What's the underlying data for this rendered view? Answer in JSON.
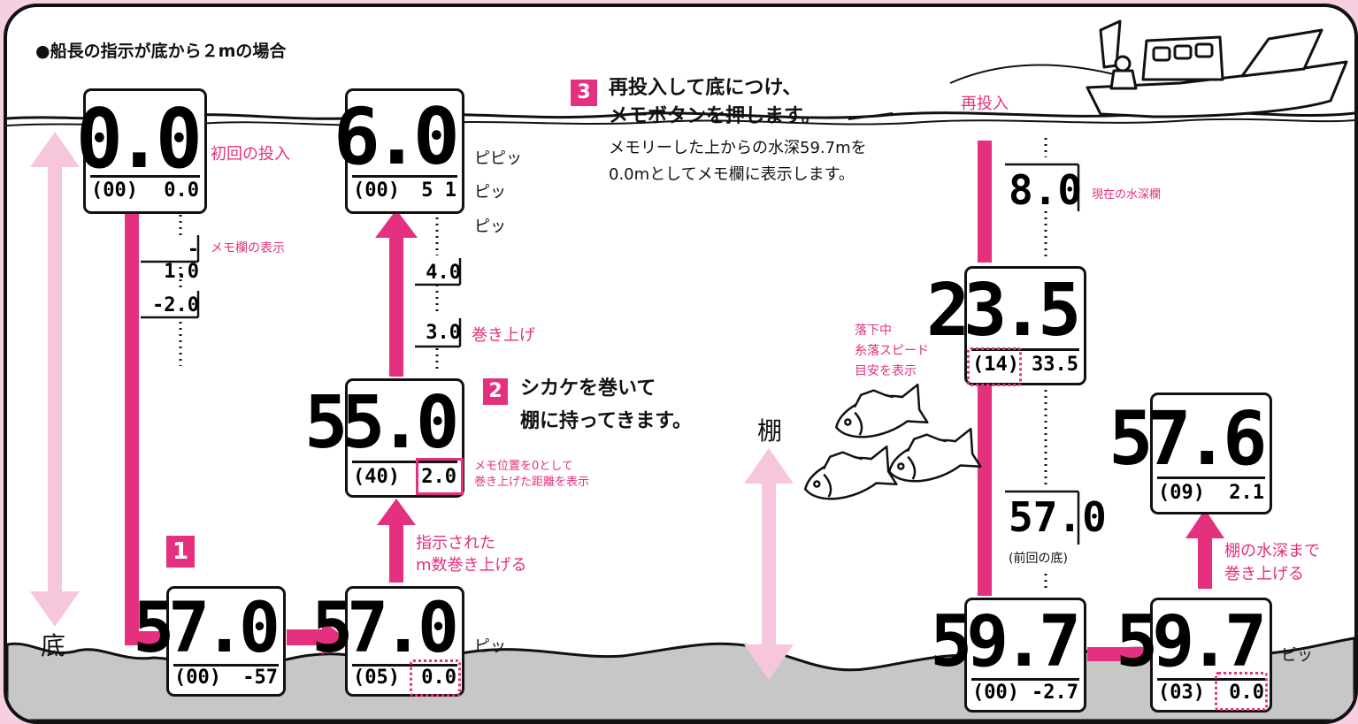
{
  "title": "●船長の指示が底から２mの場合",
  "labels": {
    "first_drop": "初回の投入",
    "memo_display": "メモ欄の表示",
    "reel_up": "巻き上げ",
    "memo_position_line1": "メモ位置を0として",
    "memo_position_line2": "巻き上げた距離を表示",
    "instructed_line1": "指示された",
    "instructed_line2": "m数巻き上げる",
    "redrop": "再投入",
    "current_depth": "現在の水深欄",
    "falling_line1": "落下中",
    "falling_line2": "糸落スピード",
    "falling_line3": "目安を表示",
    "tana": "棚",
    "bottom": "底",
    "prev_bottom": "(前回の底)",
    "reel_to_tana_line1": "棚の水深まで",
    "reel_to_tana_line2": "巻き上げる",
    "beep1": "ピピッ",
    "beep2": "ピッ",
    "beep3": "ピッ",
    "beep_bottom1": "ピッ",
    "beep_bottom2": "ピッ"
  },
  "steps": {
    "step1": {
      "number": "1"
    },
    "step2": {
      "number": "2",
      "line1": "シカケを巻いて",
      "line2": "棚に持ってきます。"
    },
    "step3": {
      "number": "3",
      "line1": "再投入して底につけ、",
      "line2": "メモボタンを押します。",
      "desc1": "メモリーした上からの水深59.7mを",
      "desc2": "0.0mとしてメモ欄に表示します。"
    }
  },
  "displays": {
    "d1": {
      "main": "0.0",
      "left": "(00)",
      "right": "0.0"
    },
    "d2": {
      "main": "6.0",
      "left": "(00)",
      "right": "5 1"
    },
    "d3": {
      "main": "55.0",
      "left": "(40)",
      "right": "2.0"
    },
    "d4": {
      "main": "57.0",
      "left": "(00)",
      "right": "-57"
    },
    "d5": {
      "main": "57.0",
      "left": "(05)",
      "right": "0.0"
    },
    "d6": {
      "main": "23.5",
      "left": "(14)",
      "right": "33.5"
    },
    "d7": {
      "main": "59.7",
      "left": "(00)",
      "right": "-2.7"
    },
    "d8": {
      "main": "59.7",
      "left": "(03)",
      "right": "0.0"
    },
    "d9": {
      "main": "57.6",
      "left": "(09)",
      "right": "2.1"
    }
  },
  "mini_readouts": {
    "m1": "- 1.0",
    "m2": "-2.0",
    "m3": "4.0",
    "m4": "3.0",
    "m5": "8.0",
    "m6": "57.0"
  },
  "colors": {
    "accent": "#e4307f",
    "accent_light": "#f6c7dc",
    "seabed": "#c7c7c7",
    "frame": "#f7cfe3"
  }
}
